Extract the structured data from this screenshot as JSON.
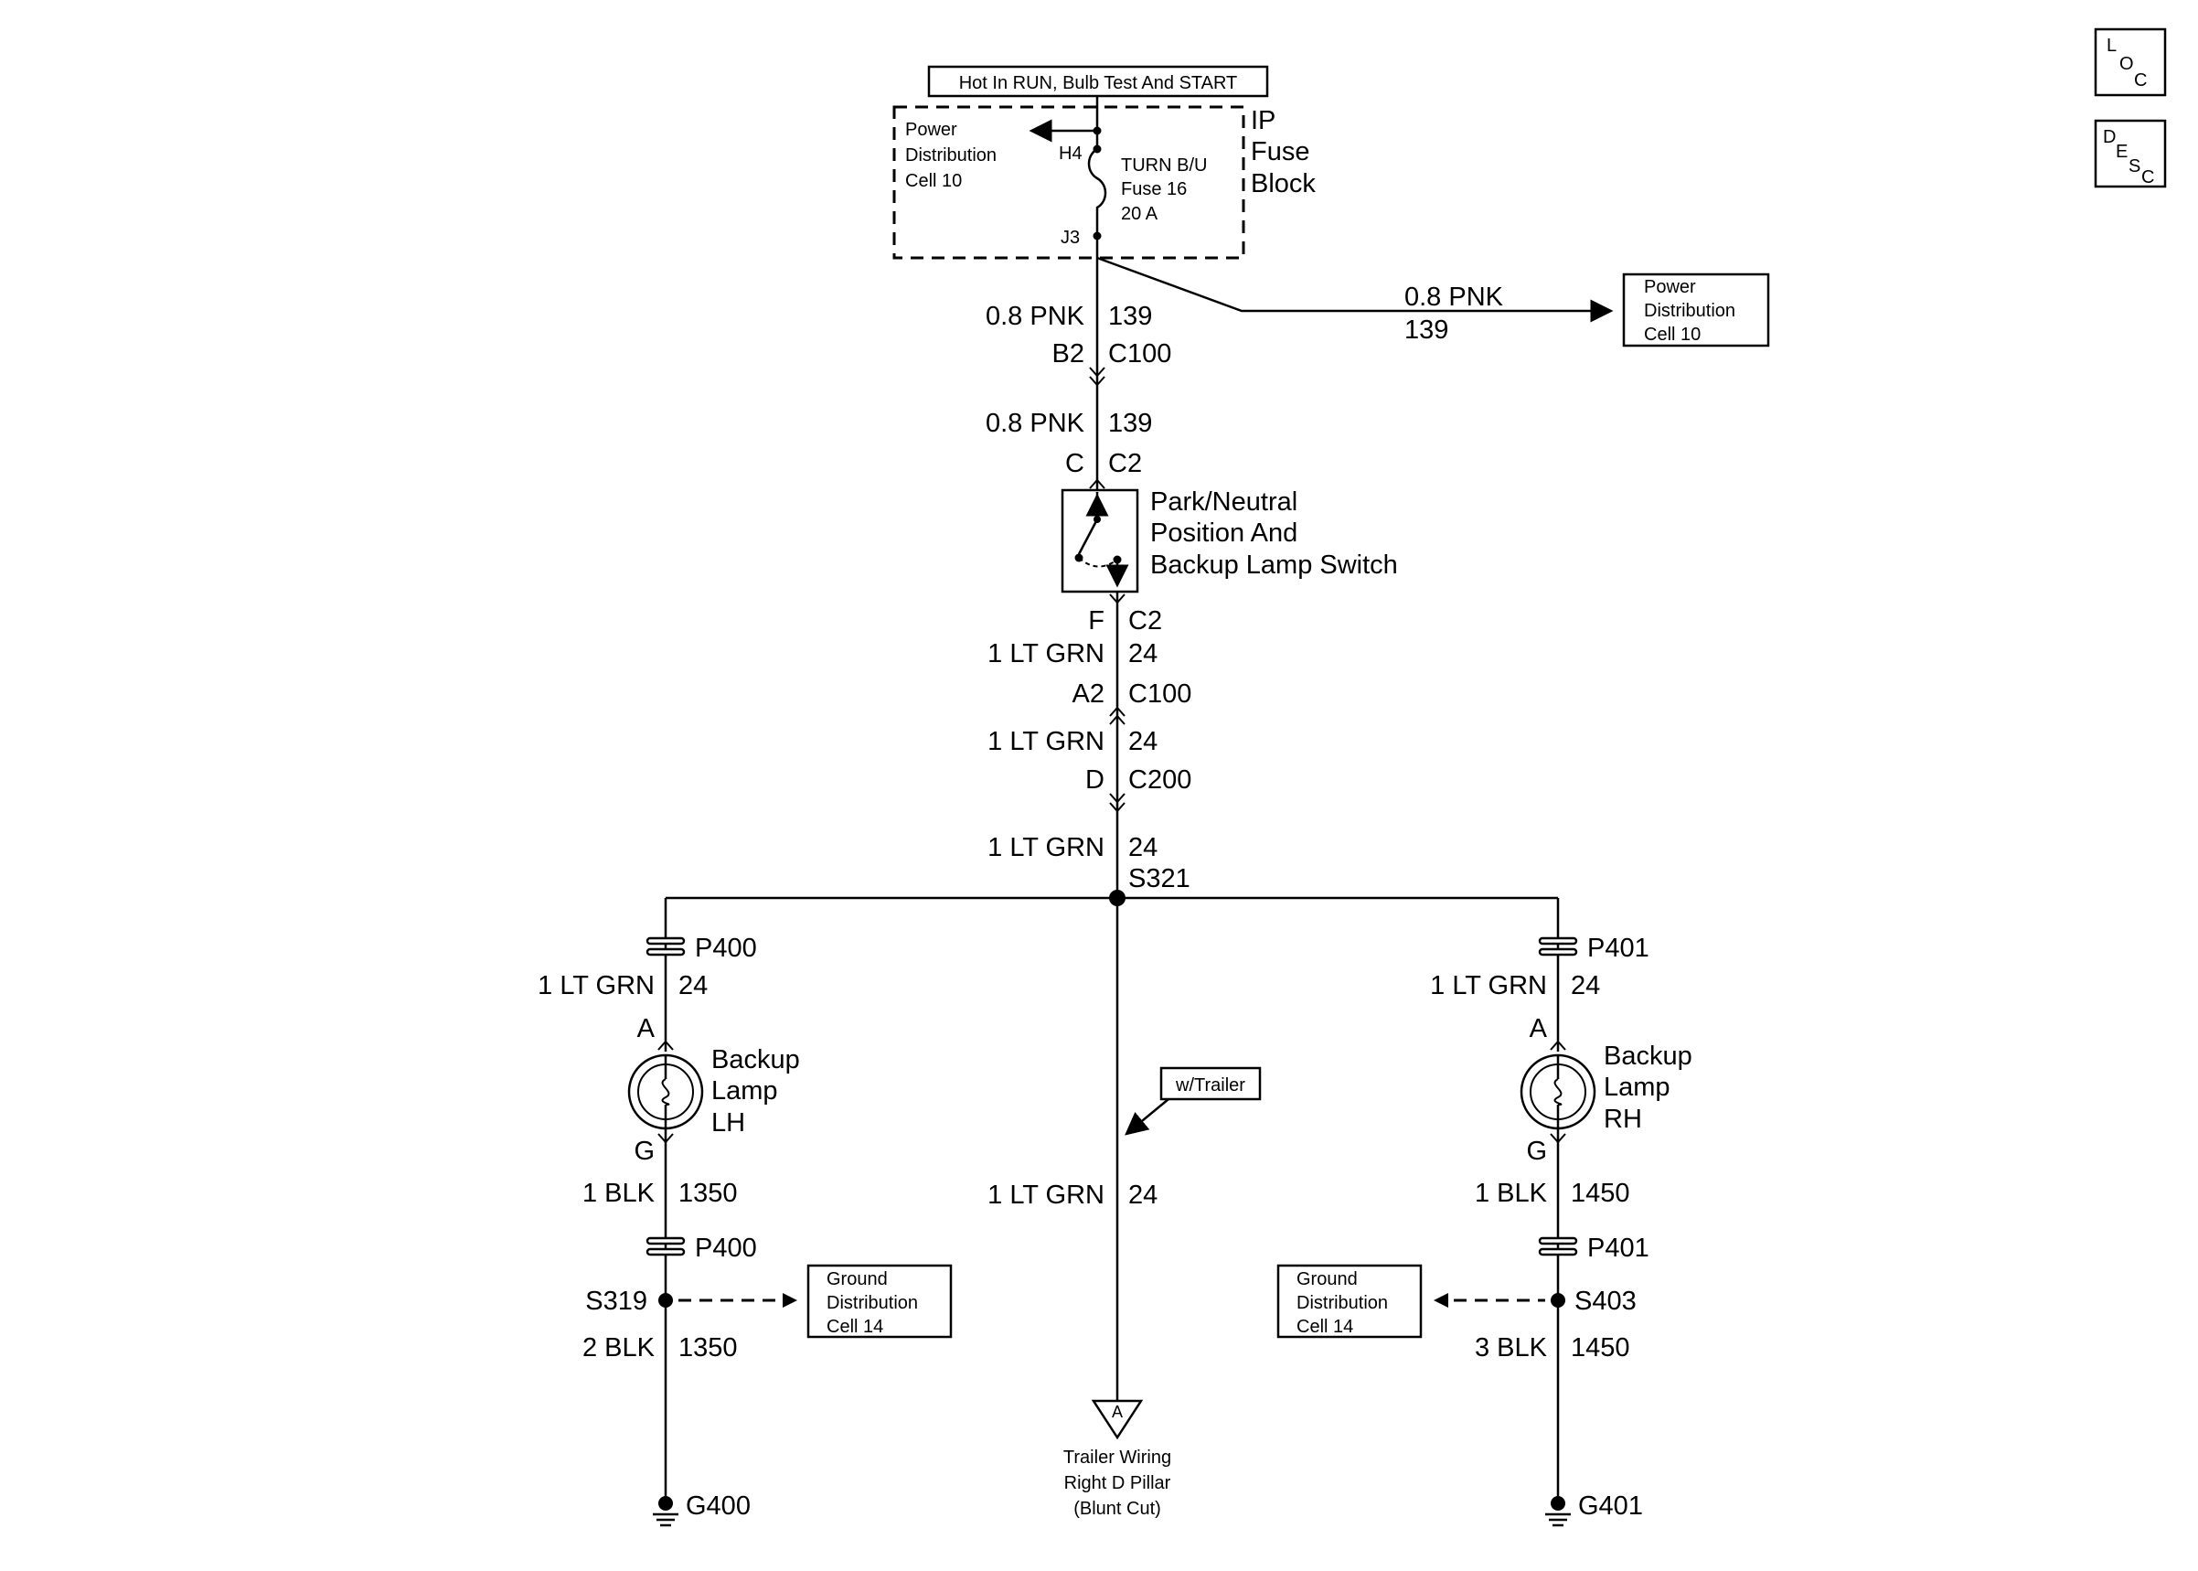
{
  "colors": {
    "ink": "#000000",
    "background": "#ffffff"
  },
  "corner_icons": {
    "loc": {
      "l": "L",
      "o": "O",
      "c": "C"
    },
    "desc": {
      "d": "D",
      "e": "E",
      "s": "S",
      "c": "C"
    }
  },
  "top_label": "Hot In RUN, Bulb Test And START",
  "fuse_block": {
    "name_line1": "IP",
    "name_line2": "Fuse",
    "name_line3": "Block",
    "power_line1": "Power",
    "power_line2": "Distribution",
    "power_line3": "Cell 10",
    "pin_top": "H4",
    "pin_bottom": "J3",
    "fuse_line1": "TURN B/U",
    "fuse_line2": "Fuse 16",
    "fuse_line3": "20 A"
  },
  "power_dist_box": {
    "line1": "Power",
    "line2": "Distribution",
    "line3": "Cell 10"
  },
  "branch_wire": {
    "gauge": "0.8 PNK",
    "circuit": "139"
  },
  "main": {
    "seg1_gauge": "0.8 PNK",
    "seg1_circuit": "139",
    "c100_top_pin": "B2",
    "c100_top_conn": "C100",
    "seg2_gauge": "0.8 PNK",
    "seg2_circuit": "139",
    "switch_top_pin": "C",
    "switch_top_conn": "C2",
    "switch_line1": "Park/Neutral",
    "switch_line2": "Position And",
    "switch_line3": "Backup Lamp Switch",
    "switch_bottom_pin": "F",
    "switch_bottom_conn": "C2",
    "seg3_gauge": "1 LT GRN",
    "seg3_circuit": "24",
    "c100_bottom_pin": "A2",
    "c100_bottom_conn": "C100",
    "seg4_gauge": "1 LT GRN",
    "seg4_circuit": "24",
    "c200_pin": "D",
    "c200_conn": "C200",
    "seg5_gauge": "1 LT GRN",
    "seg5_circuit": "24",
    "splice": "S321"
  },
  "left": {
    "connector_top": "P400",
    "gauge_top": "1 LT GRN",
    "circuit_top": "24",
    "pin_a": "A",
    "lamp_line1": "Backup",
    "lamp_line2": "Lamp",
    "lamp_line3": "LH",
    "pin_g": "G",
    "gauge_mid": "1 BLK",
    "circuit_mid": "1350",
    "connector_bottom": "P400",
    "splice": "S319",
    "ground_line1": "Ground",
    "ground_line2": "Distribution",
    "ground_line3": "Cell 14",
    "gauge_bottom": "2 BLK",
    "circuit_bottom": "1350",
    "ground": "G400"
  },
  "right": {
    "connector_top": "P401",
    "gauge_top": "1 LT GRN",
    "circuit_top": "24",
    "pin_a": "A",
    "lamp_line1": "Backup",
    "lamp_line2": "Lamp",
    "lamp_line3": "RH",
    "pin_g": "G",
    "gauge_mid": "1 BLK",
    "circuit_mid": "1450",
    "connector_bottom": "P401",
    "splice": "S403",
    "ground_line1": "Ground",
    "ground_line2": "Distribution",
    "ground_line3": "Cell 14",
    "gauge_bottom": "3 BLK",
    "circuit_bottom": "1450",
    "ground": "G401"
  },
  "center": {
    "option_label": "w/Trailer",
    "gauge": "1 LT GRN",
    "circuit": "24",
    "terminal_letter": "A",
    "trailer_line1": "Trailer Wiring",
    "trailer_line2": "Right D Pillar",
    "trailer_line3": "(Blunt Cut)"
  }
}
